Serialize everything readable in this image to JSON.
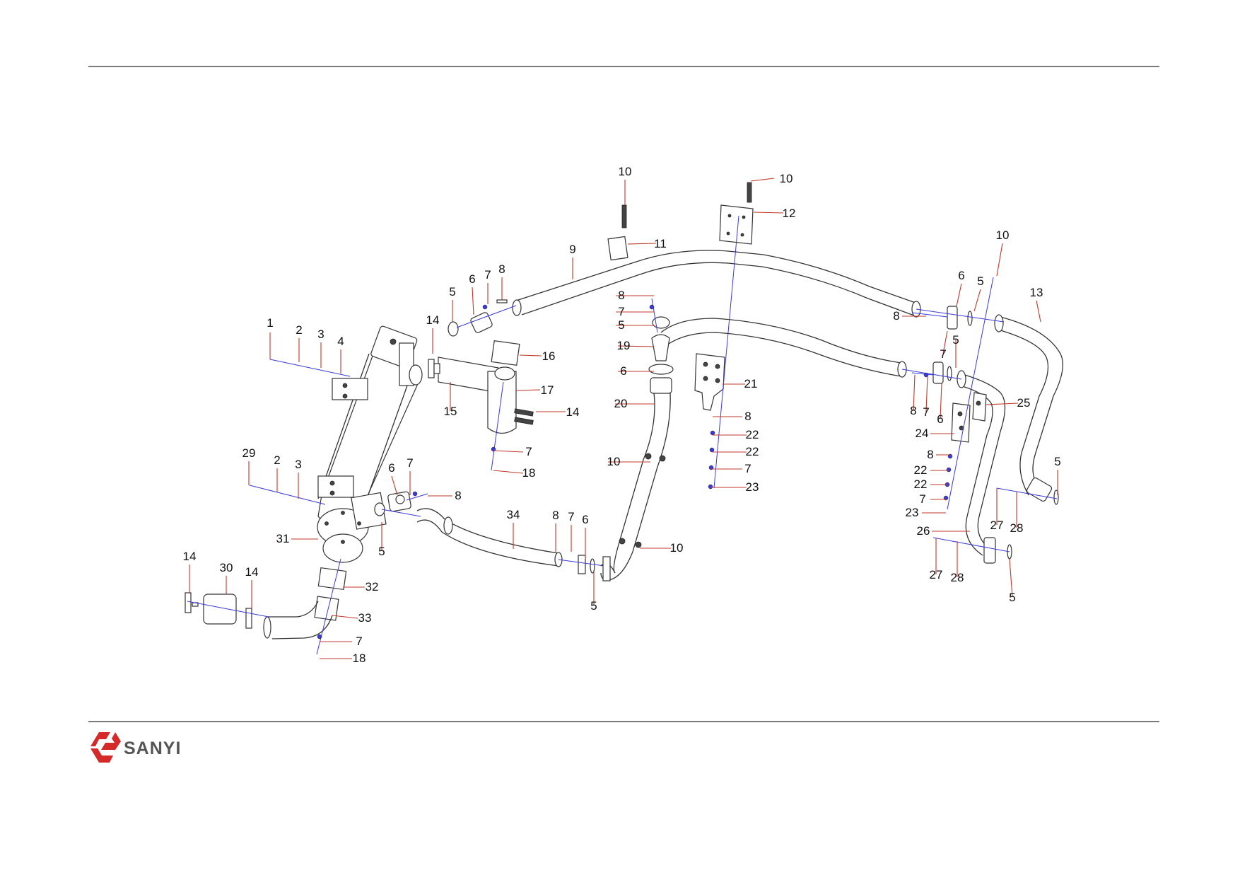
{
  "brand": {
    "name": "SANYI",
    "color": "#d42a2a"
  },
  "callouts": [
    {
      "id": "c1",
      "label": "1"
    },
    {
      "id": "c2",
      "label": "2"
    },
    {
      "id": "c3",
      "label": "3"
    },
    {
      "id": "c4",
      "label": "4"
    },
    {
      "id": "c5",
      "label": "5"
    },
    {
      "id": "c6",
      "label": "6"
    },
    {
      "id": "c7",
      "label": "7"
    },
    {
      "id": "c8",
      "label": "8"
    },
    {
      "id": "c9",
      "label": "9"
    },
    {
      "id": "c10",
      "label": "10"
    },
    {
      "id": "c11",
      "label": "11"
    },
    {
      "id": "c12",
      "label": "12"
    },
    {
      "id": "c13",
      "label": "13"
    },
    {
      "id": "c14",
      "label": "14"
    },
    {
      "id": "c15",
      "label": "15"
    },
    {
      "id": "c16",
      "label": "16"
    },
    {
      "id": "c17",
      "label": "17"
    },
    {
      "id": "c18",
      "label": "18"
    },
    {
      "id": "c19",
      "label": "19"
    },
    {
      "id": "c20",
      "label": "20"
    },
    {
      "id": "c21",
      "label": "21"
    },
    {
      "id": "c22",
      "label": "22"
    },
    {
      "id": "c23",
      "label": "23"
    },
    {
      "id": "c24",
      "label": "24"
    },
    {
      "id": "c25",
      "label": "25"
    },
    {
      "id": "c26",
      "label": "26"
    },
    {
      "id": "c27",
      "label": "27"
    },
    {
      "id": "c28",
      "label": "28"
    },
    {
      "id": "c29",
      "label": "29"
    },
    {
      "id": "c30",
      "label": "30"
    },
    {
      "id": "c31",
      "label": "31"
    },
    {
      "id": "c32",
      "label": "32"
    },
    {
      "id": "c33",
      "label": "33"
    },
    {
      "id": "c34",
      "label": "34"
    }
  ]
}
